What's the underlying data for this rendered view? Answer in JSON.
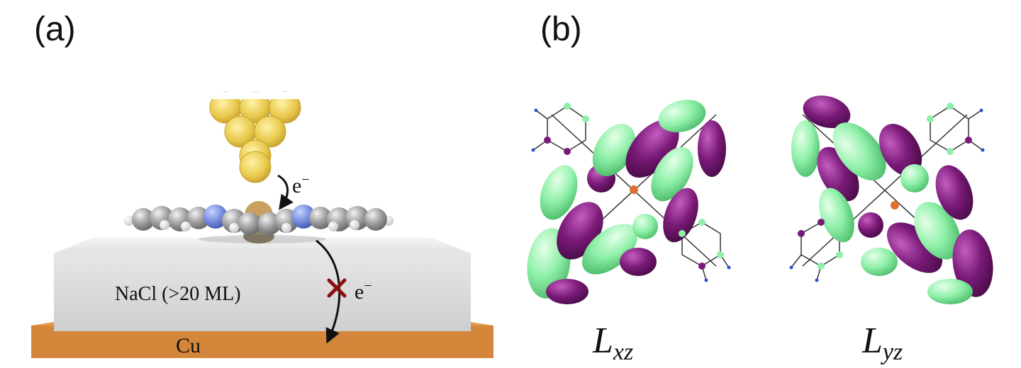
{
  "panels": {
    "a": {
      "label": "(a)",
      "electron_tip": "e",
      "electron_tip_sup": "−",
      "electron_blocked": "e",
      "electron_blocked_sup": "−",
      "insulator_label": "NaCl (>20 ML)",
      "substrate_label": "Cu",
      "colors": {
        "tip": "#e8c84a",
        "substrate": "#d4873a",
        "insulator": "#d9d9d9",
        "block_mark": "#8b1010"
      }
    },
    "b": {
      "label": "(b)",
      "orbital_left": {
        "main": "L",
        "sub": "xz"
      },
      "orbital_right": {
        "main": "L",
        "sub": "yz"
      },
      "colors": {
        "lobe_positive": "#8ef0a8",
        "lobe_negative": "#7a1a78"
      }
    }
  }
}
